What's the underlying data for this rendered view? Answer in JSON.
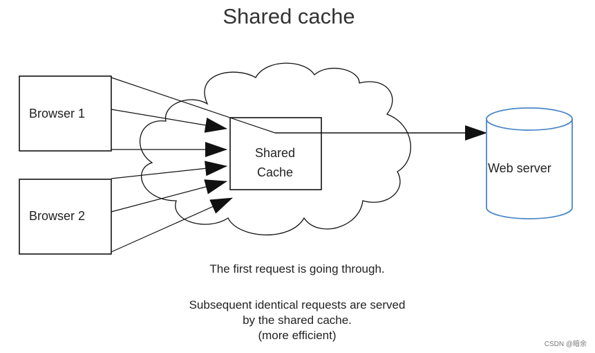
{
  "title": "Shared cache",
  "nodes": {
    "browser1": "Browser 1",
    "browser2": "Browser 2",
    "cache_line1": "Shared",
    "cache_line2": "Cache",
    "webserver": "Web server"
  },
  "captions": {
    "line1": "The first request is going through.",
    "line2": "Subsequent identical requests are served",
    "line3": "by the shared cache.",
    "line4": "(more efficient)"
  },
  "watermark": "CSDN @暗余",
  "colors": {
    "server_stroke": "#4a86c8",
    "stroke": "#111111"
  }
}
